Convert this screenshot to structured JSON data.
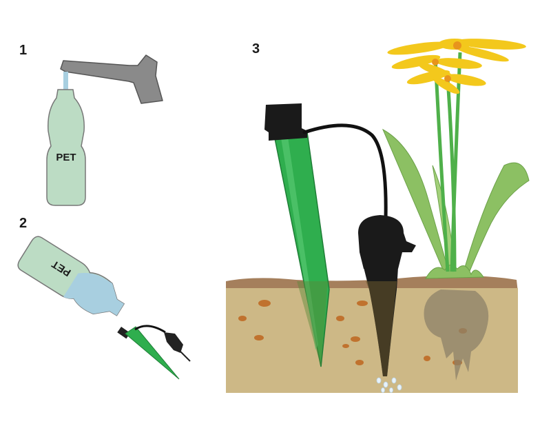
{
  "steps": [
    {
      "number": "1",
      "bottle_label": "PET"
    },
    {
      "number": "2",
      "bottle_label": "PET"
    },
    {
      "number": "3"
    }
  ],
  "colors": {
    "faucet": "#8a8a8a",
    "bottle": "#bcdcc4",
    "water": "#a8cfe0",
    "spike": "#2fae4e",
    "soil_top": "#a57f5c",
    "soil": "#cdb886",
    "pebble": "#c0722e",
    "petal": "#f3c81c",
    "leaf": "#8cc063"
  }
}
